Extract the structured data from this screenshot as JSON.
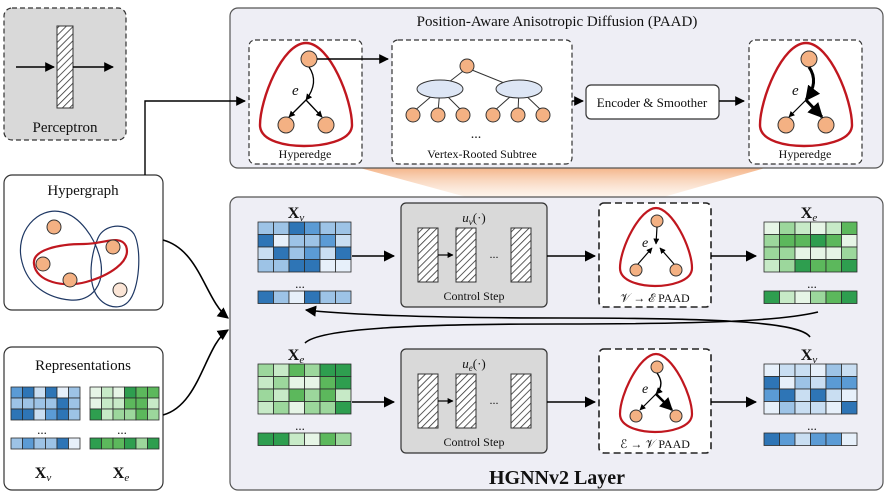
{
  "panels": {
    "perceptron": {
      "label": "Perceptron"
    },
    "hypergraph": {
      "label": "Hypergraph"
    },
    "representations": {
      "label": "Representations",
      "xv_label": "X",
      "xv_sub": "v",
      "xe_label": "X",
      "xe_sub": "e",
      "ellipsis": "..."
    },
    "paad": {
      "title": "Position-Aware Anisotropic Diffusion (PAAD)",
      "hyperedge_left": "Hyperedge",
      "subtree": "Vertex-Rooted Subtree",
      "encoder": "Encoder & Smoother",
      "hyperedge_right": "Hyperedge",
      "edge_symbol": "e",
      "ellipsis": "..."
    },
    "layer": {
      "title": "HGNNv2  Layer",
      "row1": {
        "in_label": "X",
        "in_sub": "v",
        "func": "u",
        "func_sub": "v",
        "func_arg": "(·)",
        "control": "Control Step",
        "paad": "𝒱 → ℰ PAAD",
        "out_label": "X",
        "out_sub": "e",
        "ellipsis": "..."
      },
      "row2": {
        "in_label": "X",
        "in_sub": "e",
        "func": "u",
        "func_sub": "e",
        "func_arg": "(·)",
        "control": "Control Step",
        "paad": "ℰ → 𝒱 PAAD",
        "out_label": "X",
        "out_sub": "v",
        "ellipsis": "..."
      }
    }
  },
  "colors": {
    "blue_palette": [
      "#2e75b6",
      "#5b9bd5",
      "#9dc3e6",
      "#c9def2",
      "#e7f0fa"
    ],
    "green_palette": [
      "#2e9e4f",
      "#5cb85c",
      "#9cd79c",
      "#c7eac7",
      "#e6f5e6"
    ],
    "hyperedge_red": "#c0171f",
    "node_fill": "#f4b183",
    "panel_fill": "#eeeef5",
    "control_fill": "#d9d9d9",
    "glow": "#f6c9a4"
  }
}
